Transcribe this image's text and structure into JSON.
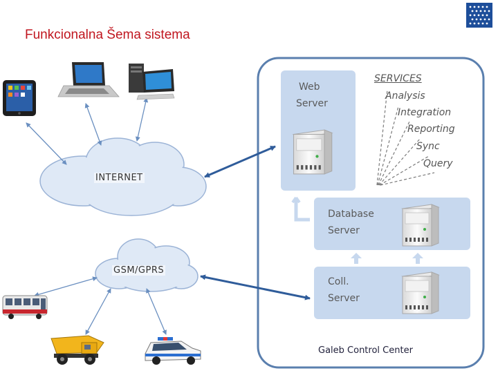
{
  "title": "Funkcionalna Šema sistema",
  "colors": {
    "title": "#c0161f",
    "arrow": "#2f5c9a",
    "panel": "#c7d8ee",
    "frame": "#5a7fae"
  },
  "icons": [
    "tablet-icon",
    "laptop-icon",
    "desktop-computer-icon",
    "bus-icon",
    "dump-truck-icon",
    "police-car-icon",
    "server-icon",
    "company-logo"
  ],
  "clouds": {
    "internet": "INTERNET",
    "gsm": "GSM/GPRS"
  },
  "servers": {
    "web": [
      "Web",
      "Server"
    ],
    "database": [
      "Database",
      "Server"
    ],
    "coll": [
      "Coll.",
      "Server"
    ]
  },
  "services": {
    "heading": "SERVICES",
    "items": [
      "Analysis",
      "Integration",
      "Reporting",
      "Sync",
      "Query"
    ]
  },
  "center_label": "Galeb Control Center"
}
